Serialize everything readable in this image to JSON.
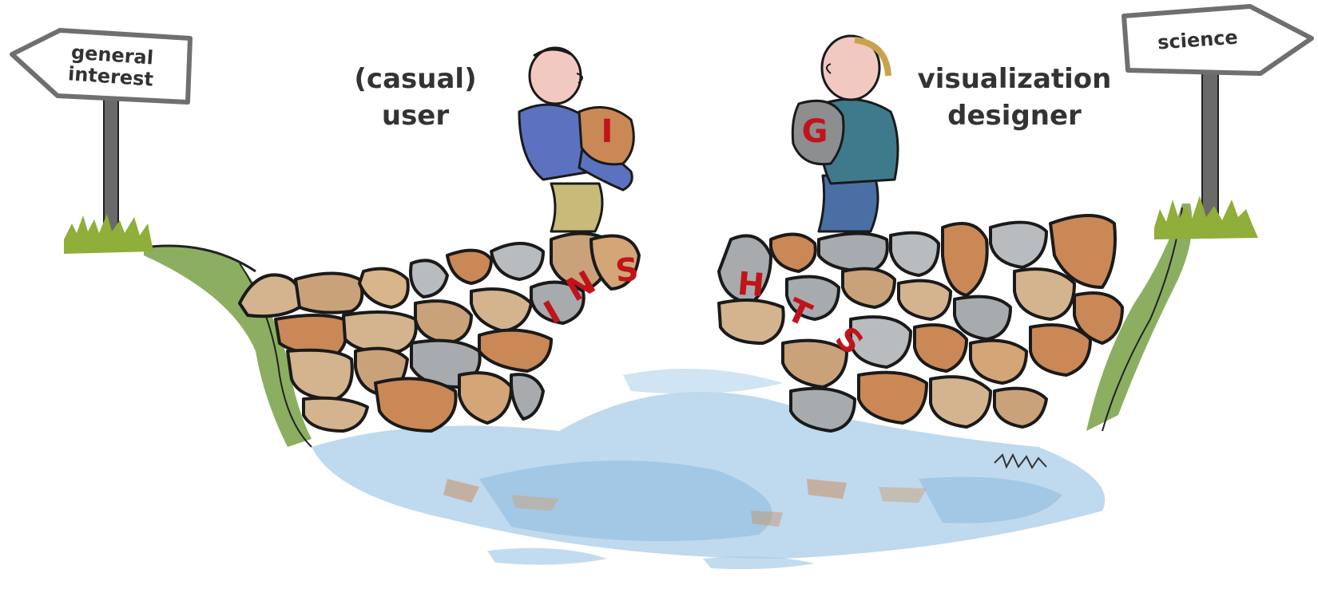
{
  "signs": {
    "left": {
      "lines": [
        "general",
        "interest"
      ]
    },
    "right": {
      "lines": [
        "science"
      ]
    }
  },
  "labels": {
    "left": {
      "lines": [
        "(casual)",
        "user"
      ]
    },
    "right": {
      "lines": [
        "visualization",
        "designer"
      ]
    }
  },
  "letters": {
    "left_man": "I",
    "left_wall": [
      "I",
      "N",
      "S"
    ],
    "right_man": "G",
    "right_wall": [
      "H",
      "T",
      "S"
    ]
  },
  "colors": {
    "letter": "#c0141c",
    "text": "#333333",
    "grass": "#8fae3a",
    "sign_border": "#6f6f6f",
    "pole": "#6a6a6a",
    "water": "#9cc4e4",
    "stone_tan": "#c9a27a",
    "stone_orange": "#c98856",
    "stone_grey": "#a8abad"
  }
}
